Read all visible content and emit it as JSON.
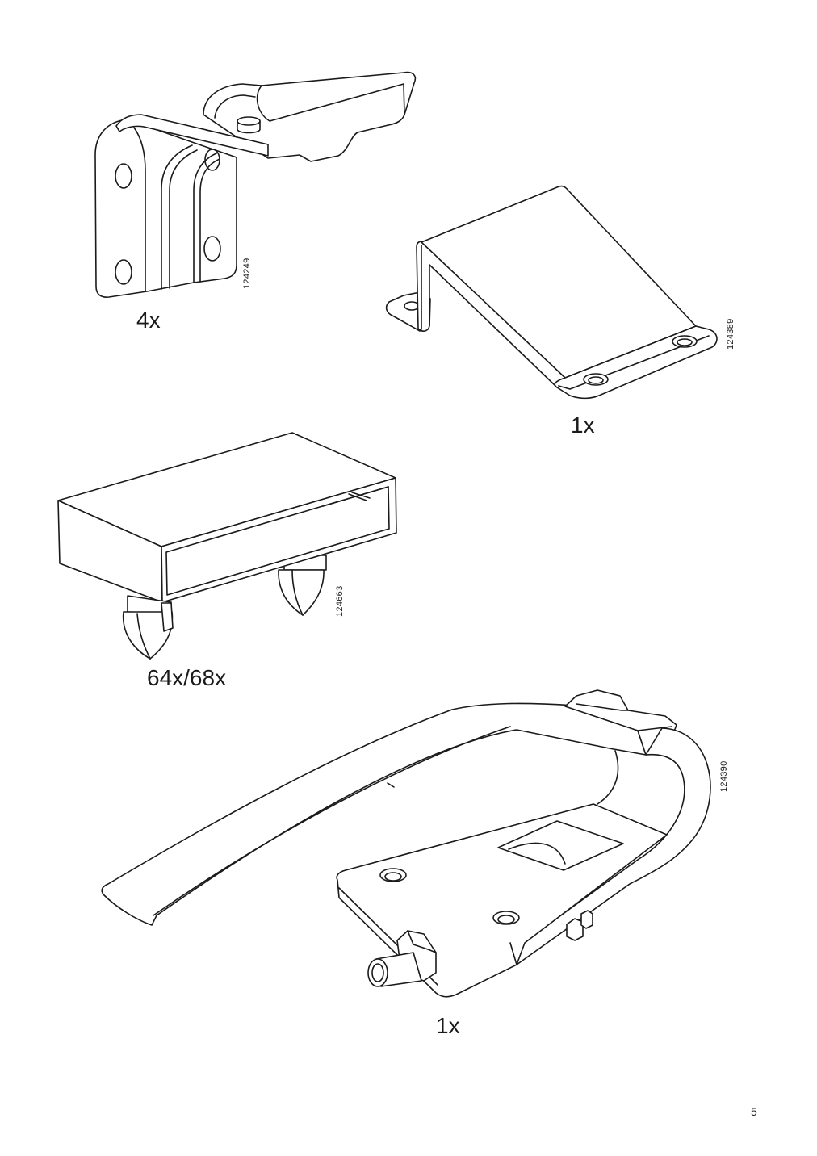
{
  "page": {
    "number": "5"
  },
  "parts": [
    {
      "quantity": "4x",
      "article_number": "124249",
      "icon": "corner-bracket-icon"
    },
    {
      "quantity": "1x",
      "article_number": "124389",
      "icon": "ramp-bracket-icon"
    },
    {
      "quantity": "64x/68x",
      "article_number": "124663",
      "icon": "plug-box-icon"
    },
    {
      "quantity": "1x",
      "article_number": "124390",
      "icon": "strap-hinge-icon"
    }
  ],
  "colors": {
    "line": "#1a1a1a",
    "background": "#ffffff"
  }
}
